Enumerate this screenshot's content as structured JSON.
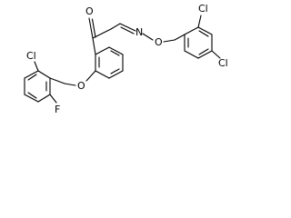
{
  "structure": {
    "atoms": {
      "cl_top_right_ring": "Cl",
      "cl_para_right_ring": "Cl",
      "oxime_n": "N",
      "oxime_o": "O",
      "ketone_o": "O",
      "ether_o": "O",
      "cl_left_ring": "Cl",
      "f_left_ring": "F"
    }
  }
}
